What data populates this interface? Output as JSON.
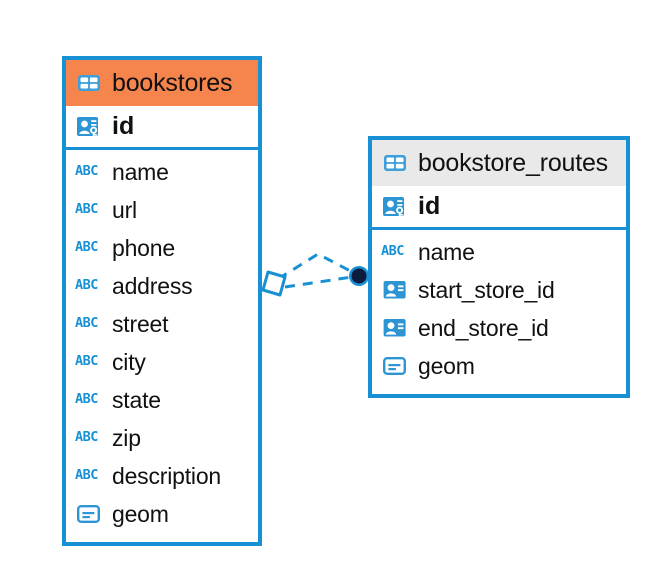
{
  "diagram": {
    "type": "entity-relationship-diagram",
    "background": "#ffffff",
    "accent_blue": "#1791d3",
    "header_orange": "#f5854c",
    "header_grey": "#e9e9e9",
    "text_color": "#111111"
  },
  "entities": [
    {
      "name": "bookstores",
      "header_style": "orange",
      "primary_key": {
        "label": "id",
        "icon": "primary-key-icon"
      },
      "fields": [
        {
          "label": "name",
          "icon": "text-abc-icon"
        },
        {
          "label": "url",
          "icon": "text-abc-icon"
        },
        {
          "label": "phone",
          "icon": "text-abc-icon"
        },
        {
          "label": "address",
          "icon": "text-abc-icon"
        },
        {
          "label": "street",
          "icon": "text-abc-icon"
        },
        {
          "label": "city",
          "icon": "text-abc-icon"
        },
        {
          "label": "state",
          "icon": "text-abc-icon"
        },
        {
          "label": "zip",
          "icon": "text-abc-icon"
        },
        {
          "label": "description",
          "icon": "text-abc-icon"
        },
        {
          "label": "geom",
          "icon": "geometry-icon"
        }
      ]
    },
    {
      "name": "bookstore_routes",
      "header_style": "grey",
      "primary_key": {
        "label": "id",
        "icon": "primary-key-icon"
      },
      "fields": [
        {
          "label": "name",
          "icon": "text-abc-icon"
        },
        {
          "label": "start_store_id",
          "icon": "foreign-key-icon"
        },
        {
          "label": "end_store_id",
          "icon": "foreign-key-icon"
        },
        {
          "label": "geom",
          "icon": "geometry-icon"
        }
      ]
    }
  ],
  "relationship": {
    "from_entity": "bookstores",
    "to_entity": "bookstore_routes",
    "line_style": "dashed",
    "line_color": "#1791d3",
    "source_marker": "diamond-outline",
    "target_marker": "filled-circle",
    "target_marker_color": "#0d1b3e"
  },
  "icon_glyphs": {
    "text-abc-icon": "ABC",
    "table-icon": "table-grid",
    "primary-key-icon": "contact-card-with-key",
    "foreign-key-icon": "contact-card",
    "geometry-icon": "rounded-rect-with-line"
  }
}
